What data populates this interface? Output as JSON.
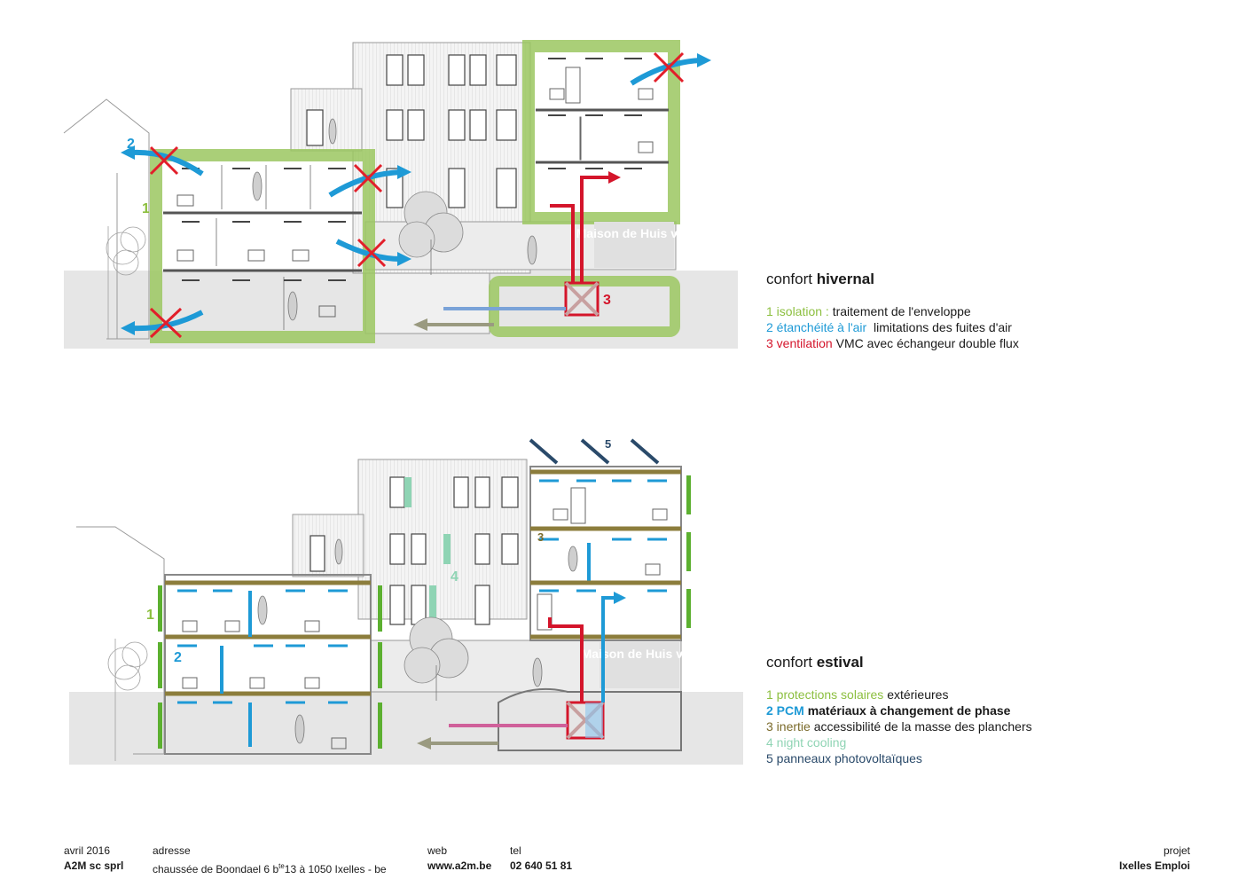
{
  "colors": {
    "insulation": "#8cbf3f",
    "air": "#1e9ad6",
    "ventilation": "#d4152b",
    "inertia": "#7a6a2a",
    "night_cooling": "#8fd4b4",
    "pv": "#2a4a6a",
    "earth_duct": "#9a9a80",
    "pcm_pink": "#d0609a"
  },
  "winter": {
    "title_plain": "confort",
    "title_bold": "hivernal",
    "items": [
      {
        "num_label": "1 isolation :",
        "desc": "traitement de l'enveloppe",
        "color": "#8cbf3f"
      },
      {
        "num_label": "2 étanchéité à l'air",
        "desc": "limitations des fuites d'air",
        "color": "#1e9ad6"
      },
      {
        "num_label": "3 ventilation",
        "desc": "VMC avec échangeur double flux",
        "color": "#d4152b"
      }
    ],
    "diagram_labels": {
      "one": "1",
      "two": "2",
      "three": "3"
    },
    "sign": "Maison de Huis van"
  },
  "summer": {
    "title_plain": "confort",
    "title_bold": "estival",
    "items": [
      {
        "num_label": "1 protections solaires",
        "desc": "extérieures",
        "color": "#8cbf3f",
        "bold": false
      },
      {
        "num_label": "2 PCM",
        "desc": "matériaux à changement de phase",
        "color": "#1e9ad6",
        "bold": true
      },
      {
        "num_label": "3 inertie",
        "desc": "accessibilité de la masse des planchers",
        "color": "#7a6a2a",
        "bold": false
      },
      {
        "num_label": "4 night cooling",
        "desc": "",
        "color": "#8fd4b4",
        "bold": false
      },
      {
        "num_label": "5 panneaux photovoltaïques",
        "desc": "",
        "color": "#2a4a6a",
        "bold": false
      }
    ],
    "diagram_labels": {
      "one": "1",
      "two": "2",
      "three": "3",
      "four": "4",
      "five": "5"
    },
    "sign": "Maison de Huis van"
  },
  "footer": {
    "date": "avril 2016",
    "company": "A2M sc sprl",
    "address_label": "adresse",
    "address": "chaussée de Boondael 6 b",
    "address_sup": "te",
    "address_rest": "13 à 1050 Ixelles - be",
    "web_label": "web",
    "web": "www.a2m.be",
    "tel_label": "tel",
    "tel": "02 640 51 81",
    "project_label": "projet",
    "project": "Ixelles Emploi"
  }
}
